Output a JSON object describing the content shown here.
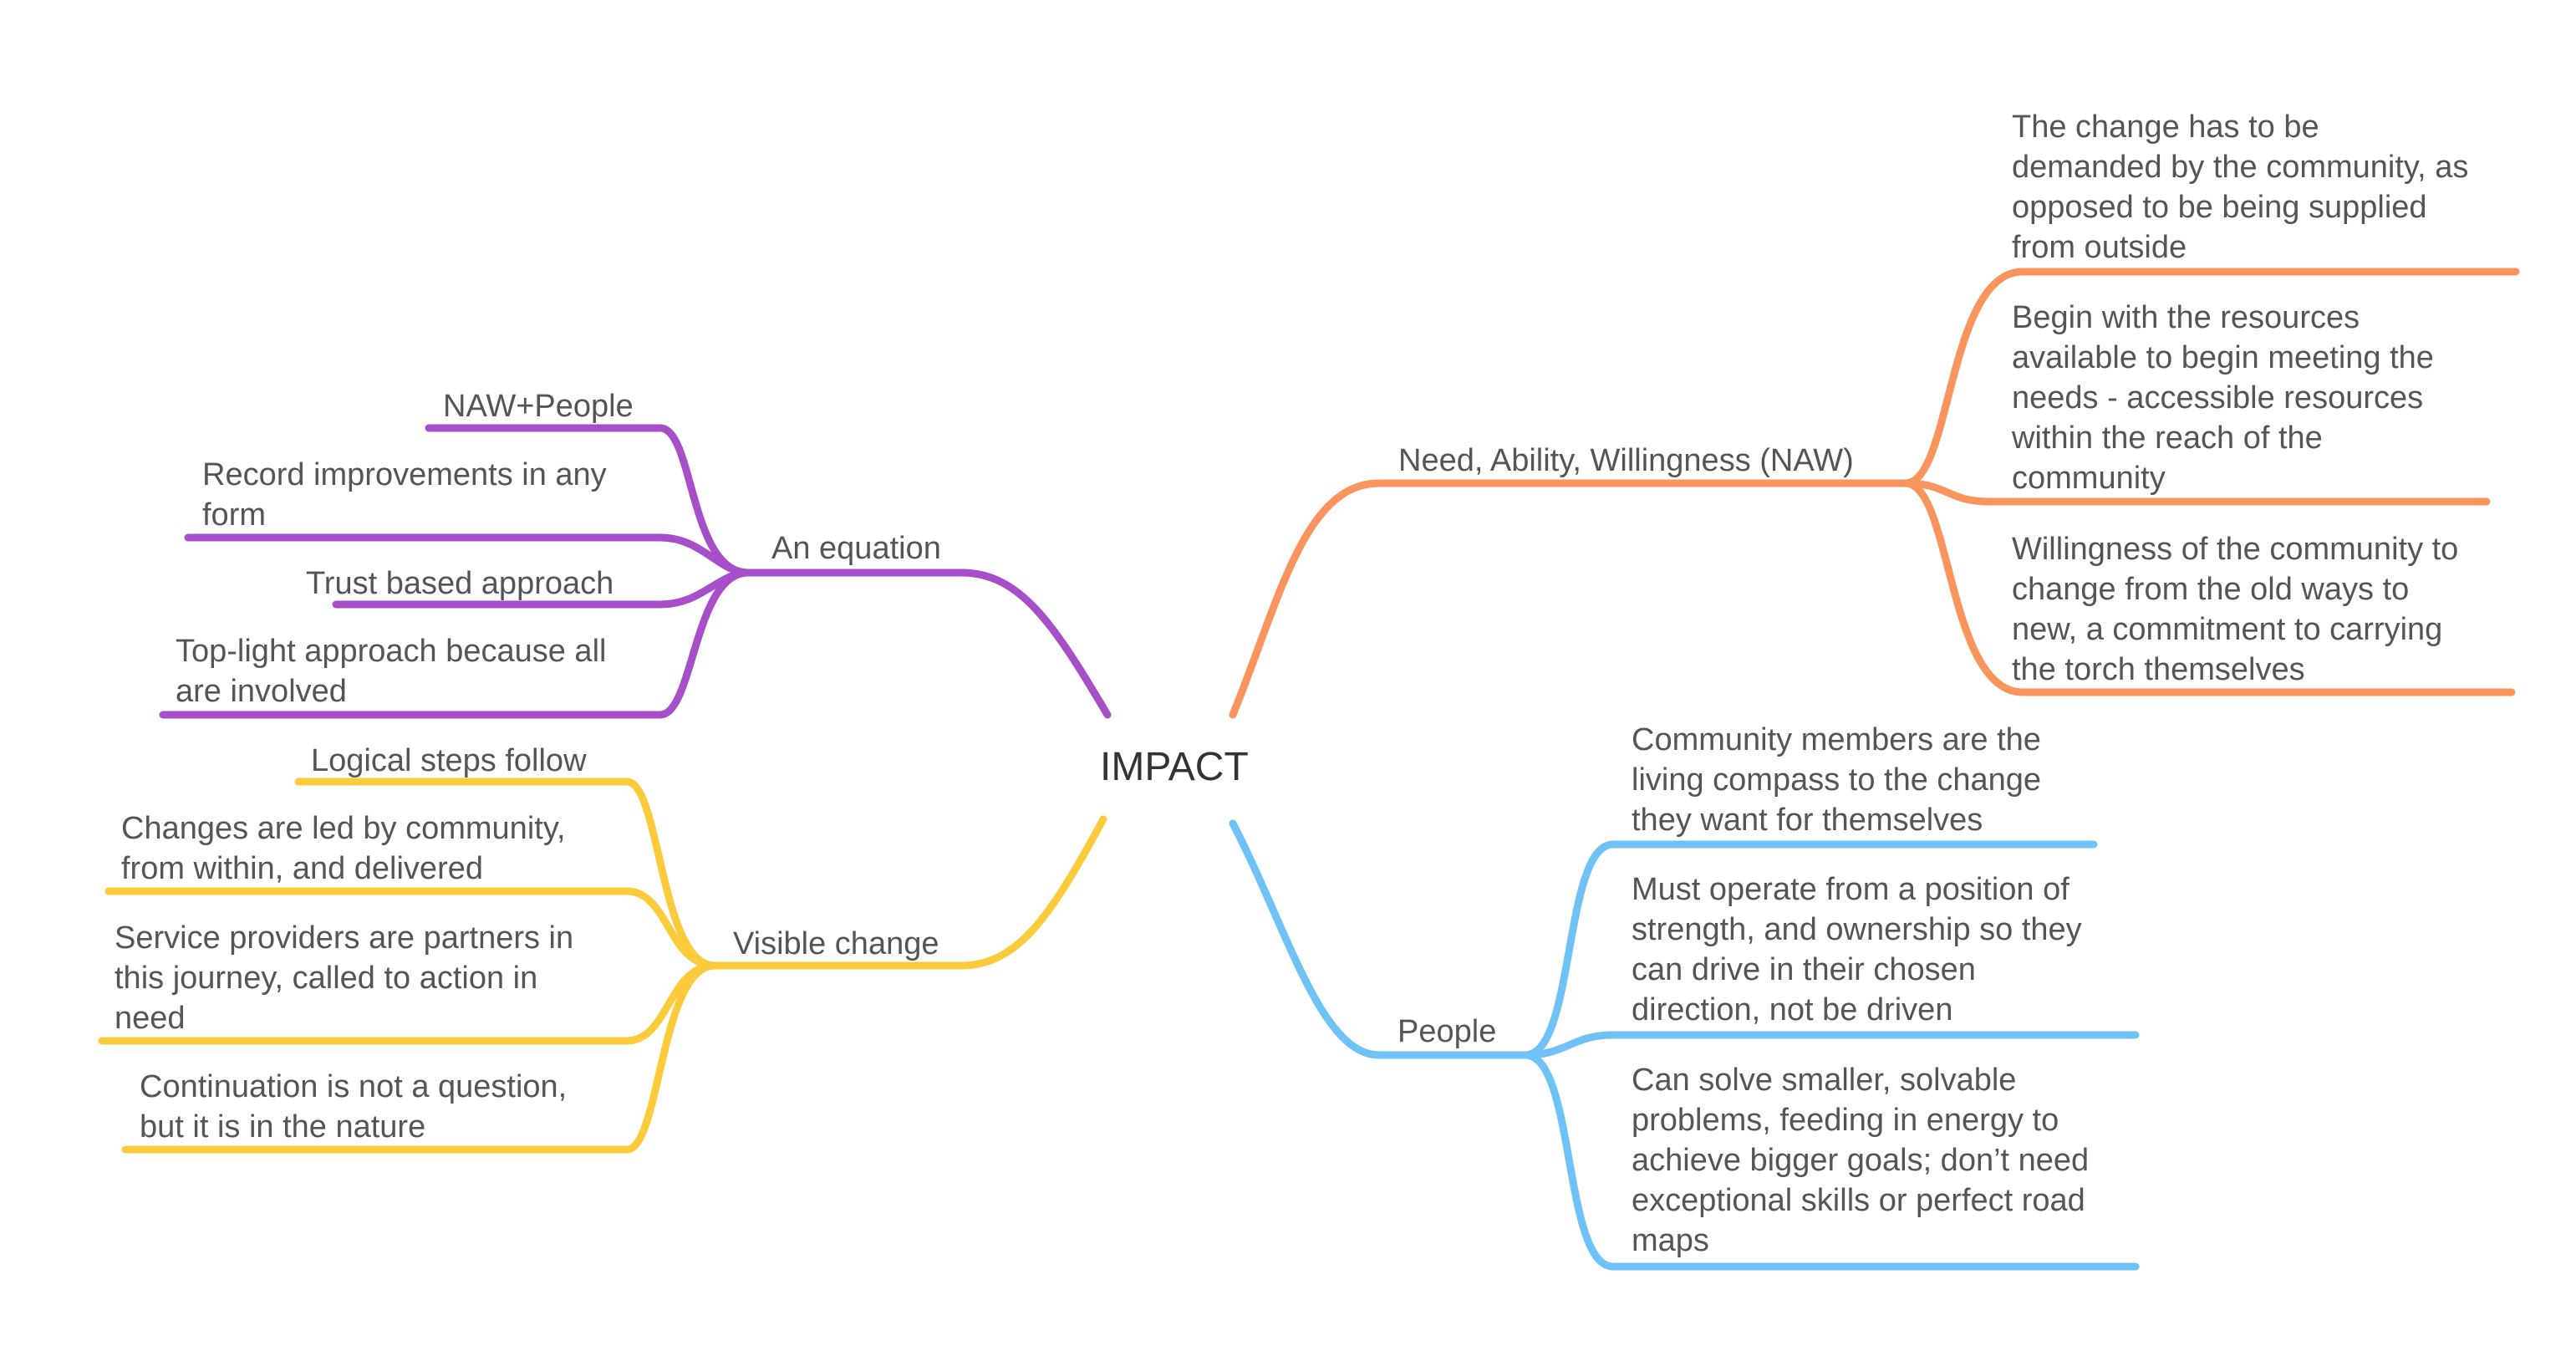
{
  "central": "IMPACT",
  "colors": {
    "purple": "#a74fc9",
    "orange": "#f8945c",
    "yellow": "#fbcb3c",
    "blue": "#6fc2f6",
    "text": "#555555"
  },
  "branches": {
    "equation": {
      "label": "An equation",
      "children": [
        "NAW+People",
        "Record improvements in any\nform",
        "Trust based approach",
        "Top-light approach because all\nare involved"
      ]
    },
    "visible": {
      "label": "Visible change",
      "children": [
        "Logical steps follow",
        "Changes are led by community,\nfrom within, and delivered",
        "Service providers are partners in\nthis journey, called to action in\nneed",
        "Continuation is not a question,\nbut it is in the nature"
      ]
    },
    "naw": {
      "label": "Need, Ability, Willingness (NAW)",
      "children": [
        "The change has to be\ndemanded by the community, as\nopposed to be being supplied\nfrom outside",
        "Begin with the resources\navailable to begin meeting the\nneeds - accessible resources\nwithin the reach of the\ncommunity",
        "Willingness of the community to\nchange from the old ways to\nnew, a commitment to carrying\nthe torch themselves"
      ]
    },
    "people": {
      "label": "People",
      "children": [
        "Community members are the\nliving compass to the change\nthey want for themselves",
        "Must operate from a position of\nstrength, and ownership so they\ncan drive in their chosen\ndirection, not be driven",
        "Can solve smaller, solvable\nproblems, feeding in energy to\nachieve bigger goals; don’t need\nexceptional skills or perfect road\nmaps"
      ]
    }
  }
}
